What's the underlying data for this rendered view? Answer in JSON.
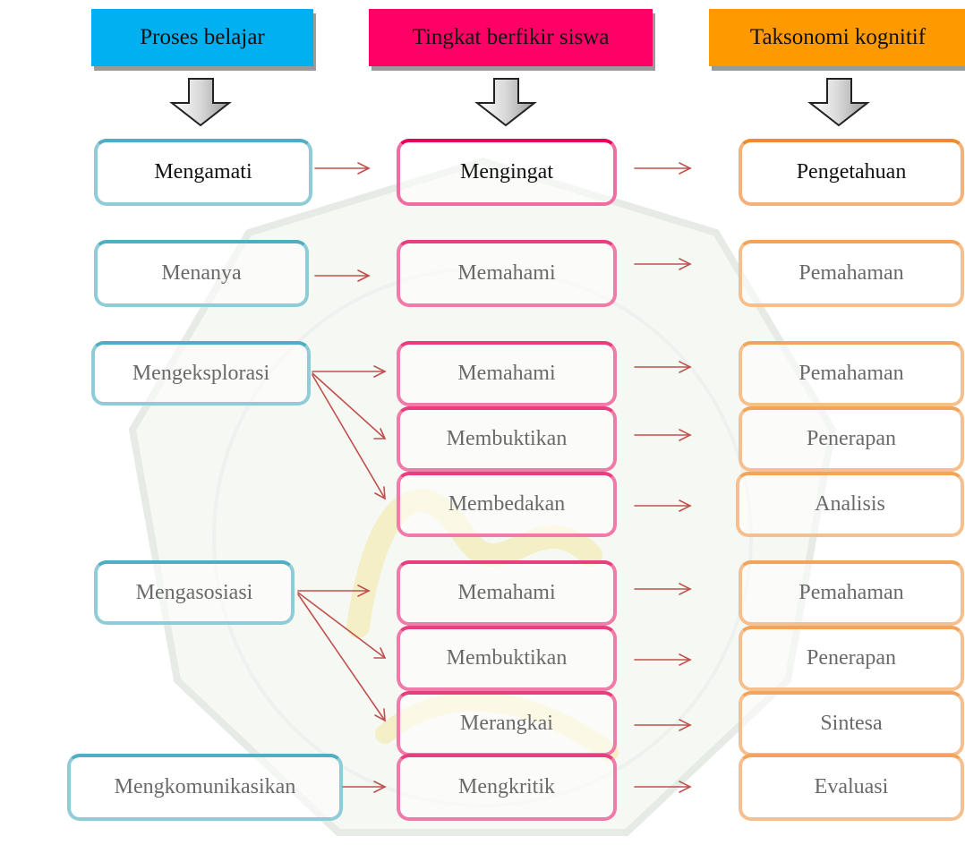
{
  "headers": {
    "col1": "Proses belajar",
    "col2": "Tingkat berfikir siswa",
    "col3": "Taksonomi kognitif"
  },
  "colors": {
    "col1_header": "#00b0f0",
    "col2_header": "#ff0066",
    "col3_header": "#ff9900",
    "connector_arrow": "#c0504d"
  },
  "rows": [
    {
      "proses": "Mengamati",
      "tingkat": "Mengingat",
      "taksonomi": "Pengetahuan"
    },
    {
      "proses": "Menanya",
      "tingkat": "Memahami",
      "taksonomi": "Pemahaman"
    },
    {
      "proses": "Mengeksplorasi",
      "tingkat": [
        "Memahami",
        "Membuktikan",
        "Membedakan"
      ],
      "taksonomi": [
        "Pemahaman",
        "Penerapan",
        "Analisis"
      ]
    },
    {
      "proses": "Mengasosiasi",
      "tingkat": [
        "Memahami",
        "Membuktikan",
        "Merangkai"
      ],
      "taksonomi": [
        "Pemahaman",
        "Penerapan",
        "Sintesa"
      ]
    },
    {
      "proses": "Mengkomunikasikan",
      "tingkat": "Mengkritik",
      "taksonomi": "Evaluasi"
    }
  ]
}
